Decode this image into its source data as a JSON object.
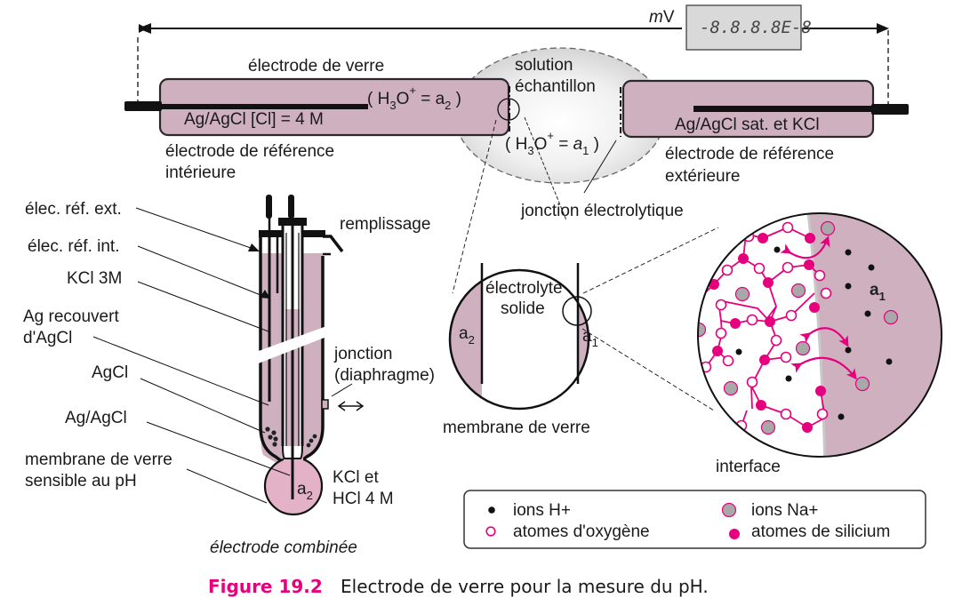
{
  "colors": {
    "pink_fill": "#cfb0bf",
    "bulb_fill": "#e3b2c6",
    "magenta": "#e6007e",
    "sodium_gray": "#a8a8a8",
    "lcd_bg": "#d9d9d9",
    "solution_gray": "#e2e2e2"
  },
  "top": {
    "voltage_unit": "mV",
    "meter_display": "-8.8.8.8E-8",
    "glass_electrode_label": "électrode de verre",
    "inner_ref_composition": "Ag/AgCl  [Cl] = 4 M",
    "inner_activity": {
      "prefix": "( H",
      "sub": "3",
      "mid": "O",
      "sup": "+",
      "eq": " = a",
      "idx": "2",
      "suffix": " )"
    },
    "inner_ref_label_line1": "électrode de référence",
    "inner_ref_label_line2": "intérieure",
    "solution_line1": "solution",
    "solution_line2": "échantillon",
    "sample_activity": {
      "prefix": "( H",
      "sub": "3",
      "mid": "O",
      "sup": "+",
      "eq": " = ",
      "var": "a",
      "idx": "1",
      "suffix": " )"
    },
    "outer_ref_composition": "Ag/AgCl sat.  et KCl",
    "outer_ref_label_line1": "électrode de référence",
    "outer_ref_label_line2": "extérieure",
    "junction_label": "jonction électrolytique"
  },
  "combined": {
    "labels": [
      "élec. réf. ext.",
      "élec. réf. int.",
      "KCl 3M",
      "Ag recouvert",
      "d'AgCl",
      "AgCl",
      "Ag/AgCl",
      "membrane de verre",
      "sensible au pH"
    ],
    "fill_label": "remplissage",
    "junction_line1": "jonction",
    "junction_line2": "(diaphragme)",
    "bulb_activity": {
      "var": "a",
      "idx": "2"
    },
    "bulb_content_line1": "KCl et",
    "bulb_content_line2": "HCl 4 M",
    "caption": "électrode combinée"
  },
  "membrane": {
    "center_line1": "électrolyte",
    "center_line2": "solide",
    "left_activity": {
      "var": "a",
      "idx": "2"
    },
    "right_activity": {
      "var": "a",
      "idx": "1"
    },
    "caption": "membrane de verre"
  },
  "interface": {
    "activity": {
      "var": "a",
      "idx": "1"
    },
    "caption": "interface"
  },
  "legend": {
    "items": [
      {
        "symbol": "h-ion",
        "label": "ions H+"
      },
      {
        "symbol": "na-ion",
        "label": "ions Na+"
      },
      {
        "symbol": "oxygen",
        "label": "atomes d'oxygène"
      },
      {
        "symbol": "silicon",
        "label": "atomes de silicium"
      }
    ]
  },
  "caption": {
    "number": "Figure 19.2",
    "text": "Electrode de verre pour la mesure du pH."
  }
}
